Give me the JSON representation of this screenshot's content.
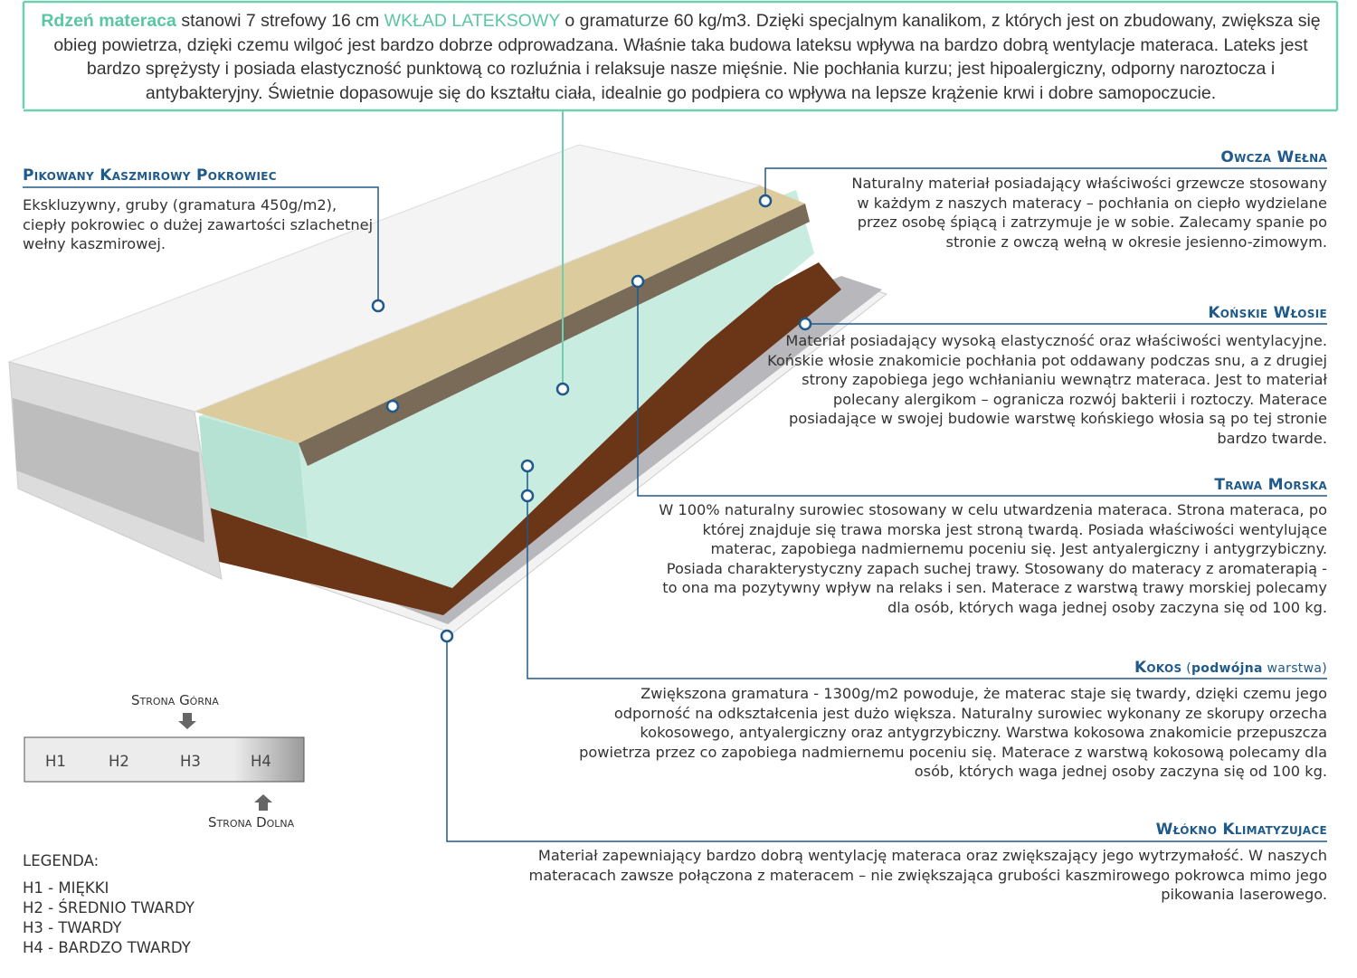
{
  "intro": {
    "highlight1": "Rdzeń materaca",
    "text1": " stanowi 7 strefowy 16 cm ",
    "highlight2": "WKŁAD LATEKSOWY",
    "text2": " o gramaturze 60 kg/m3. Dzięki specjalnym kanalikom, z których jest on zbudowany, zwiększa się obieg powietrza, dzięki czemu wilgoć jest bardzo dobrze odprowadzana. Właśnie taka budowa lateksu wpływa na bardzo dobrą wentylacje materaca. Lateks jest bardzo sprężysty i posiada elastyczność punktową co rozluźnia i relaksuje nasze mięśnie. Nie pochłania kurzu; jest hipoalergiczny, odporny naroztocza i antybakteryjny. Świetnie dopasowuje się do kształtu ciała, idealnie go podpiera co wpływa na lepsze krążenie krwi i dobre samopoczucie."
  },
  "sections": {
    "cover": {
      "title": "Pikowany Kaszmirowy Pokrowiec",
      "text": "Ekskluzywny, gruby (gramatura 450g/m2), ciepły pokrowiec o dużej zawartości szlachetnej wełny kaszmirowej."
    },
    "wool": {
      "title": "Owcza Wełna",
      "text": "Naturalny materiał posiadający właściwości grzewcze stosowany w każdym z naszych materacy – pochłania on ciepło wydzielane przez osobę śpiącą i zatrzymuje je w sobie.  Zalecamy spanie po stronie z owczą wełną w okresie jesienno-zimowym."
    },
    "horsehair": {
      "title": "Końskie Włosie",
      "text": "Materiał posiadający wysoką elastyczność oraz właściwości wentylacyjne. Końskie włosie znakomicie pochłania pot oddawany podczas snu, a z drugiej strony zapobiega jego wchłanianiu wewnątrz materaca. Jest to materiał polecany alergikom – ogranicza rozwój bakterii i roztoczy. Materace posiadające w swojej budowie warstwę końskiego włosia są po tej stronie bardzo twarde."
    },
    "seagrass": {
      "title": "Trawa Morska",
      "text": "W 100% naturalny surowiec stosowany w celu utwardzenia materaca. Strona materaca, po której znajduje się trawa morska jest stroną twardą. Posiada właściwości wentylujące materac, zapobiega nadmiernemu poceniu się. Jest antyalergiczny i antygrzybiczny. Posiada charakterystyczny zapach suchej trawy. Stosowany do materacy z aromaterapią - to ona ma pozytywny wpływ na relaks i sen. Materace z warstwą trawy morskiej polecamy dla osób, których waga jednej osoby zaczyna się od 100 kg."
    },
    "coconut": {
      "title": "Kokos",
      "paren_open": " (",
      "bold": "podwójna",
      "rest": " warstwa)",
      "text": "Zwiększona gramatura - 1300g/m2 powoduje, że materac staje się twardy, dzięki czemu jego odporność na odkształcenia jest dużo większa. Naturalny surowiec wykonany ze skorupy orzecha kokosowego, antyalergiczny oraz antygrzybiczny. Warstwa kokosowa znakomicie przepuszcza powietrza przez co zapobiega nadmiernemu poceniu się. Materace z warstwą kokosową polecamy dla osób, których waga jednej osoby zaczyna się od 100 kg."
    },
    "fiber": {
      "title": "Włókno Klimatyzujace",
      "text": "Materiał zapewniający bardzo dobrą wentylację materaca oraz zwiększający jego wytrzymałość. W naszych materacach zawsze połączona z materacem – nie zwiększająca grubości kaszmirowego pokrowca mimo jego pikowania laserowego."
    }
  },
  "hardness": {
    "top_label": "Strona Górna",
    "bottom_label": "Strona Dolna",
    "levels": [
      "H1",
      "H2",
      "H3",
      "H4"
    ],
    "legend_title": "LEGENDA:",
    "legend": [
      "H1 - MIĘKKI",
      "H2 - ŚREDNIO TWARDY",
      "H3 - TWARDY",
      "H4 - BARDZO TWARDY"
    ]
  },
  "colors": {
    "accent": "#5ac6a4",
    "heading": "#1f5a8a",
    "latex": "#c9ece0",
    "coconut": "#6b3518",
    "seagrass": "#d9c9a0"
  }
}
